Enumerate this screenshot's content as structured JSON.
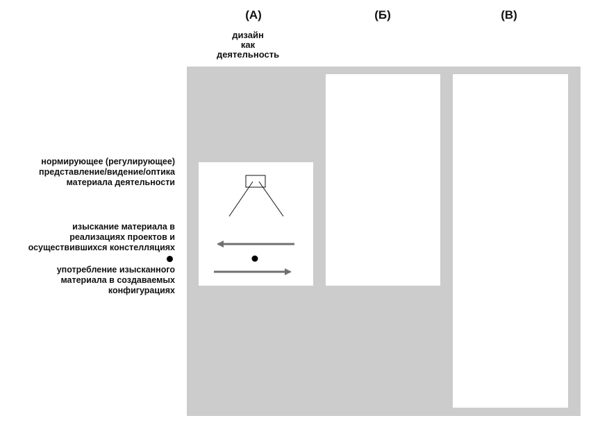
{
  "columns": {
    "a": {
      "label": "(А)",
      "subtitle": [
        "дизайн",
        "как",
        "деятельность"
      ]
    },
    "b": {
      "label": "(Б)"
    },
    "c": {
      "label": "(В)"
    }
  },
  "left_labels": {
    "norm": [
      "нормирующее (регулирующее)",
      "представление/видение/оптика",
      "материала деятельности"
    ],
    "search": [
      "изыскание материала в",
      "реализациях проектов и",
      "осуществившихся констелляциях"
    ],
    "use": [
      "употребление изысканного",
      "материала в создаваемых",
      "конфигурациях"
    ]
  },
  "colors": {
    "panel": "#cccccc",
    "arrow": "#707070",
    "text": "#111111"
  }
}
